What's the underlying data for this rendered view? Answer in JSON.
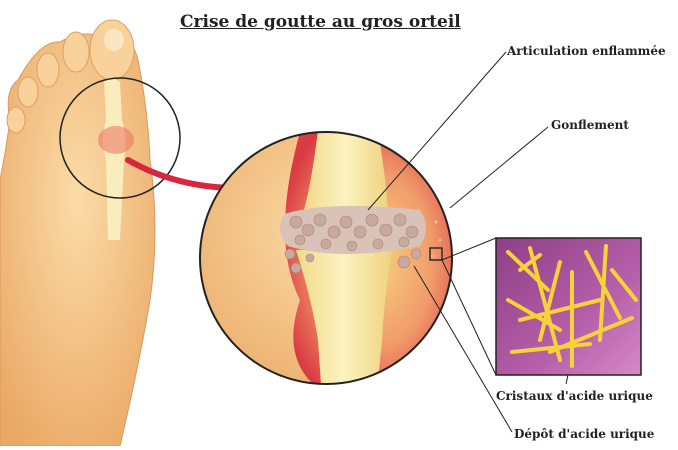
{
  "title": "Crise de goutte au gros orteil",
  "labels": {
    "articulation": "Articulation enflammée",
    "gonflement": "Gonflement",
    "cristaux": "Cristaux d'acide urique",
    "depot": "Dépôt d'acide urique"
  },
  "colors": {
    "skin": "#f6c98a",
    "skin_shadow": "#e8a866",
    "bone": "#f7eba8",
    "inflammation": "#e2424a",
    "crystal_bg": "#b25aa6",
    "crystal": "#f5d23a",
    "deposit": "#cdb3a8",
    "arrow": "#d7263d"
  }
}
